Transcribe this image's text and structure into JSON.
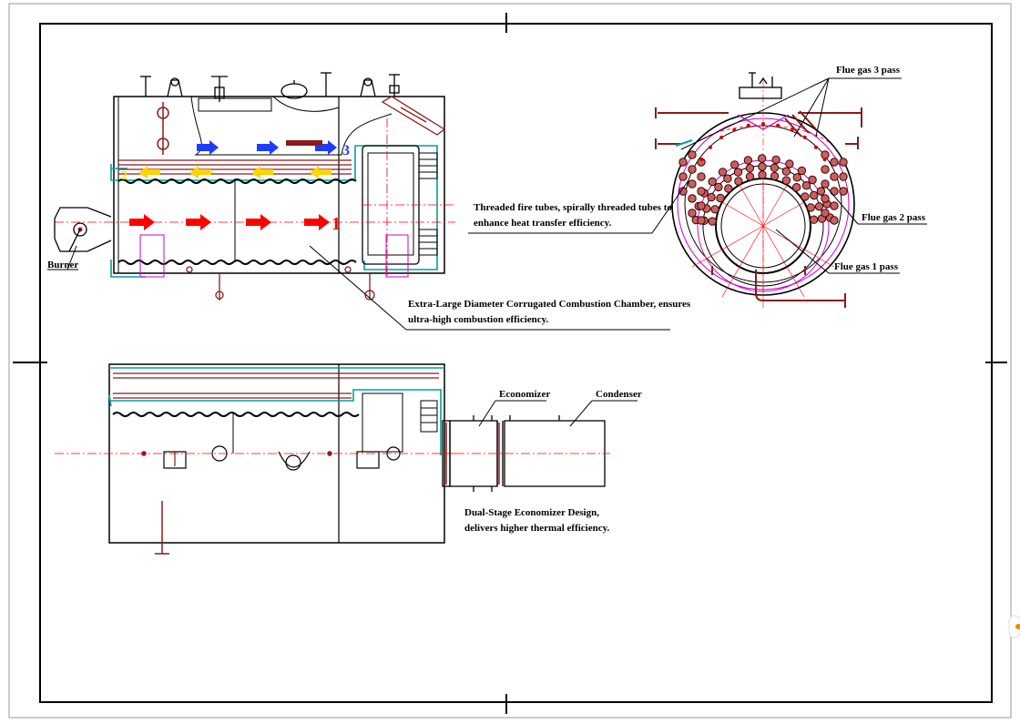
{
  "labels": {
    "burner": "Burner",
    "threaded_line1": "Threaded fire tubes, spirally threaded tubes to",
    "threaded_line2": "enhance heat transfer efficiency.",
    "chamber_line1": "Extra-Large Diameter Corrugated Combustion Chamber, ensures",
    "chamber_line2": "ultra-high combustion efficiency.",
    "flue3": "Flue gas 3  pass",
    "flue2": "Flue gas 2 pass",
    "flue1": "Flue gas 1 pass",
    "economizer": "Economizer",
    "condenser": "Condenser",
    "dual_line1": "Dual-Stage Economizer Design,",
    "dual_line2": "delivers higher thermal efficiency."
  },
  "pass_numbers": {
    "p1": "1",
    "p2": "2",
    "p3": "3"
  },
  "colors": {
    "outline": "#000000",
    "pipe": "#8b1a1a",
    "steam_line": "#00a0a0",
    "wave": "#000000",
    "pass1_arrow": "#ff0000",
    "pass2_arrow": "#ffd400",
    "pass3_arrow": "#1e3cff",
    "centerline": "#ff0000",
    "magenta": "#cc00cc"
  }
}
